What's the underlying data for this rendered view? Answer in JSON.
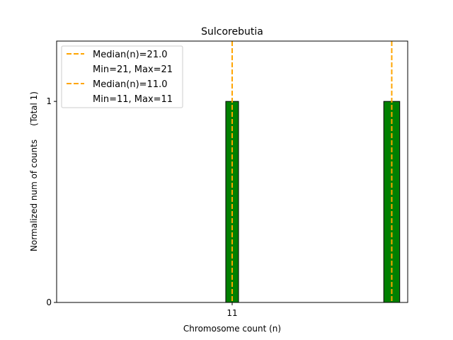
{
  "chart_data": {
    "type": "bar",
    "title": "Sulcorebutia",
    "xlabel": "Chromosome count (n)",
    "ylabel": "Normalized num of counts     (Total 1)",
    "xlim": [
      0,
      22
    ],
    "ylim": [
      0,
      1.3
    ],
    "xticks": [
      {
        "value": 11,
        "label": "11"
      }
    ],
    "yticks": [
      {
        "value": 0,
        "label": "0"
      },
      {
        "value": 1,
        "label": "1"
      }
    ],
    "bars": [
      {
        "left": 10.6,
        "right": 11.4,
        "value": 1
      },
      {
        "left": 20.5,
        "right": 21.5,
        "value": 1
      }
    ],
    "median_lines": [
      21,
      11
    ],
    "legend": {
      "placement": "top-left",
      "entries": [
        {
          "label": "Median(n)=21.0",
          "sub": "Min=21, Max=21"
        },
        {
          "label": "Median(n)=11.0",
          "sub": "Min=11, Max=11"
        }
      ]
    },
    "colors": {
      "bar": "#008000",
      "median": "#FFA500"
    }
  }
}
